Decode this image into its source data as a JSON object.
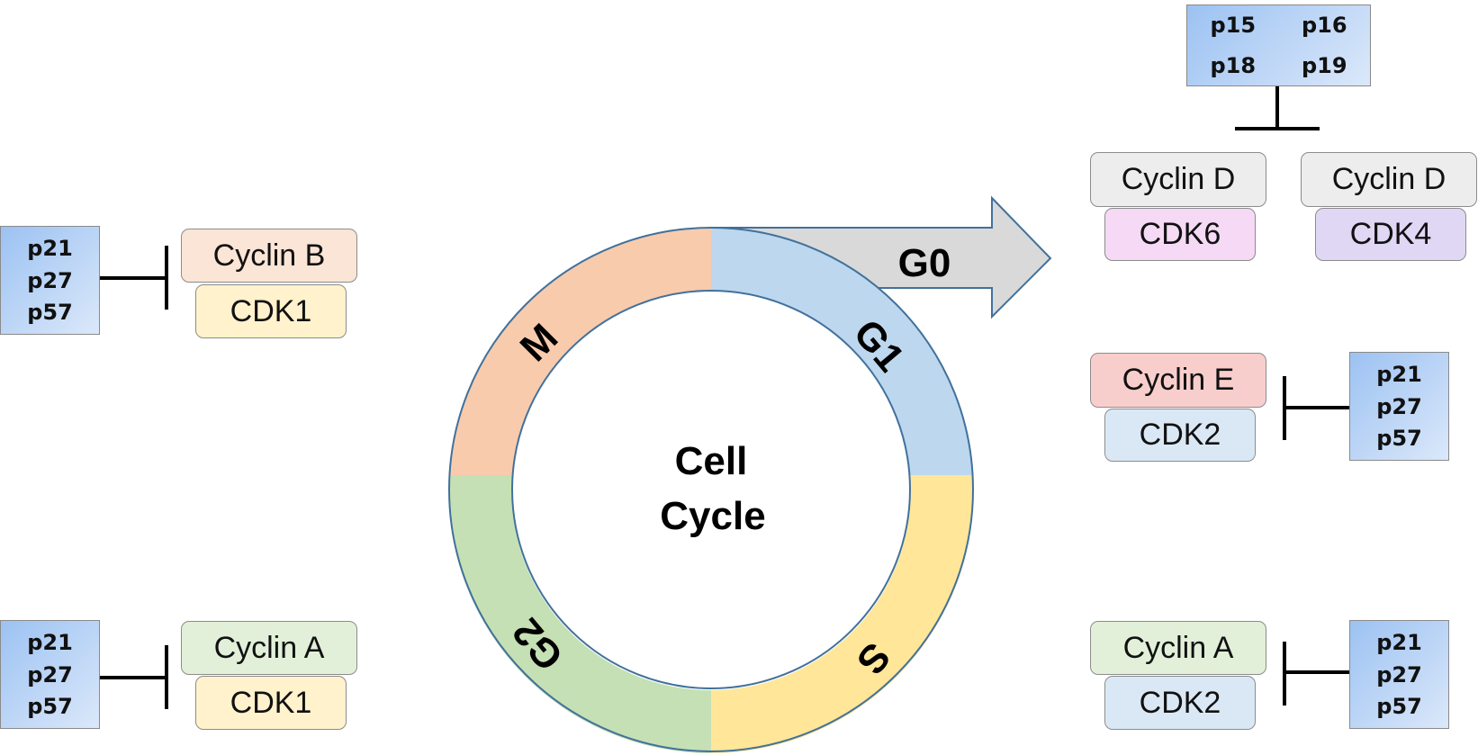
{
  "center": {
    "line1": "Cell",
    "line2": "Cycle"
  },
  "phases": [
    {
      "label": "G1",
      "color": "#bdd7ee"
    },
    {
      "label": "S",
      "color": "#ffe699"
    },
    {
      "label": "G2",
      "color": "#c5e0b4"
    },
    {
      "label": "M",
      "color": "#f8cbad"
    }
  ],
  "arrow": {
    "label": "G0",
    "color": "#d9d9d9"
  },
  "colors": {
    "outline": "#41719c",
    "inhibitor_from": "#9cc2f2",
    "inhibitor_to": "#dbe8fa"
  },
  "complexes": {
    "m": {
      "cyclin": "Cyclin B",
      "cdk": "CDK1",
      "cyclin_color": "#fbe5d6",
      "cdk_color": "#fff2cc"
    },
    "g2": {
      "cyclin": "Cyclin A",
      "cdk": "CDK1",
      "cyclin_color": "#e2f0d9",
      "cdk_color": "#fff2cc"
    },
    "g1a": {
      "cyclin": "Cyclin D",
      "cdk": "CDK6",
      "cyclin_color": "#ededed",
      "cdk_color": "#f5d9f5"
    },
    "g1b": {
      "cyclin": "Cyclin D",
      "cdk": "CDK4",
      "cyclin_color": "#ededed",
      "cdk_color": "#e0d7f5"
    },
    "g1s": {
      "cyclin": "Cyclin E",
      "cdk": "CDK2",
      "cyclin_color": "#f8cecc",
      "cdk_color": "#dae8f5"
    },
    "s": {
      "cyclin": "Cyclin A",
      "cdk": "CDK2",
      "cyclin_color": "#e2f0d9",
      "cdk_color": "#dae8f5"
    }
  },
  "inhibitors": {
    "m": [
      "p21",
      "p27",
      "p57"
    ],
    "g2": [
      "p21",
      "p27",
      "p57"
    ],
    "g1s": [
      "p21",
      "p27",
      "p57"
    ],
    "s": [
      "p21",
      "p27",
      "p57"
    ],
    "ink4": [
      "p15",
      "p16",
      "p18",
      "p19"
    ]
  }
}
